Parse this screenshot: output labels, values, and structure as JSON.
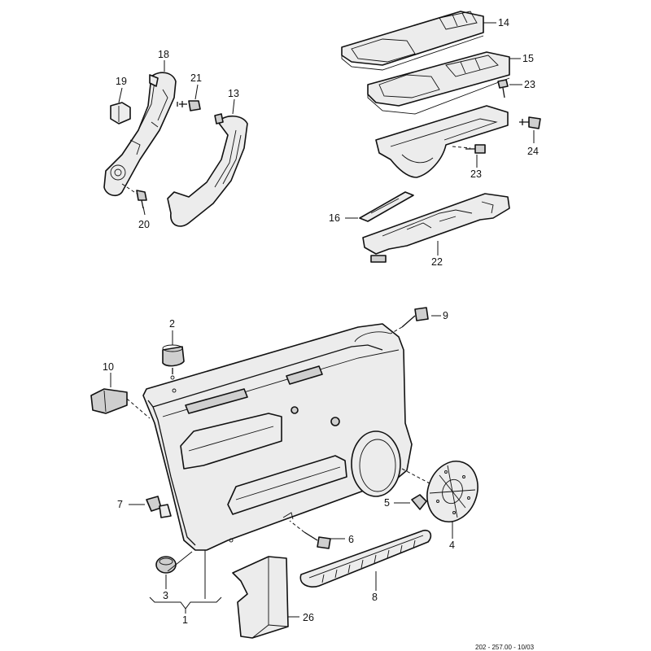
{
  "callouts": {
    "c1": "1",
    "c2": "2",
    "c3": "3",
    "c4": "4",
    "c5": "5",
    "c6": "6",
    "c7": "7",
    "c8": "8",
    "c9": "9",
    "c10": "10",
    "c13": "13",
    "c14": "14",
    "c15": "15",
    "c16": "16",
    "c18": "18",
    "c19": "19",
    "c20": "20",
    "c21": "21",
    "c22": "22",
    "c23a": "23",
    "c23b": "23",
    "c24": "24",
    "c26": "26"
  },
  "footer": {
    "code": "202 - 257.00 - 10/03"
  }
}
